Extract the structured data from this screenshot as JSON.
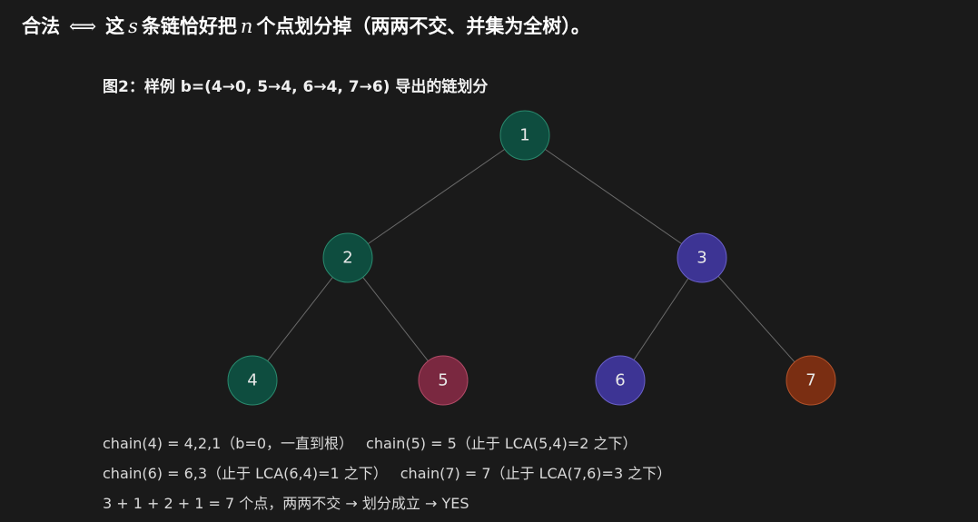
{
  "heading": {
    "prefix": "合法",
    "iff": "⟺",
    "part1": "这",
    "var_s": "s",
    "part2": "条链恰好把",
    "var_n": "n",
    "part3": "个点划分掉（两两不交、并集为全树）。"
  },
  "caption": "图2：样例 b=(4→0, 5→4, 6→4, 7→6) 导出的链划分",
  "colors": {
    "green": "#0e4d3f",
    "green_stroke": "#2a8a6e",
    "purple": "#3d3494",
    "purple_stroke": "#6a60c8",
    "crimson": "#7a2840",
    "crimson_stroke": "#b04a66",
    "brown": "#7a2e12",
    "brown_stroke": "#b3522a"
  },
  "tree": {
    "nodes": [
      {
        "id": "1",
        "label": "1",
        "color": "green"
      },
      {
        "id": "2",
        "label": "2",
        "color": "green"
      },
      {
        "id": "3",
        "label": "3",
        "color": "purple"
      },
      {
        "id": "4",
        "label": "4",
        "color": "green"
      },
      {
        "id": "5",
        "label": "5",
        "color": "crimson"
      },
      {
        "id": "6",
        "label": "6",
        "color": "purple"
      },
      {
        "id": "7",
        "label": "7",
        "color": "brown"
      }
    ],
    "edges": [
      [
        "1",
        "2"
      ],
      [
        "1",
        "3"
      ],
      [
        "2",
        "4"
      ],
      [
        "2",
        "5"
      ],
      [
        "3",
        "6"
      ],
      [
        "3",
        "7"
      ]
    ]
  },
  "notes": {
    "chain4": "chain(4) = 4,2,1（b=0，一直到根）",
    "chain5": "chain(5) = 5（止于 LCA(5,4)=2 之下）",
    "chain6": "chain(6) = 6,3（止于 LCA(6,4)=1 之下）",
    "chain7": "chain(7) = 7（止于 LCA(7,6)=3 之下）",
    "summary": "3 + 1 + 2 + 1 = 7 个点，两两不交 → 划分成立 → YES"
  }
}
